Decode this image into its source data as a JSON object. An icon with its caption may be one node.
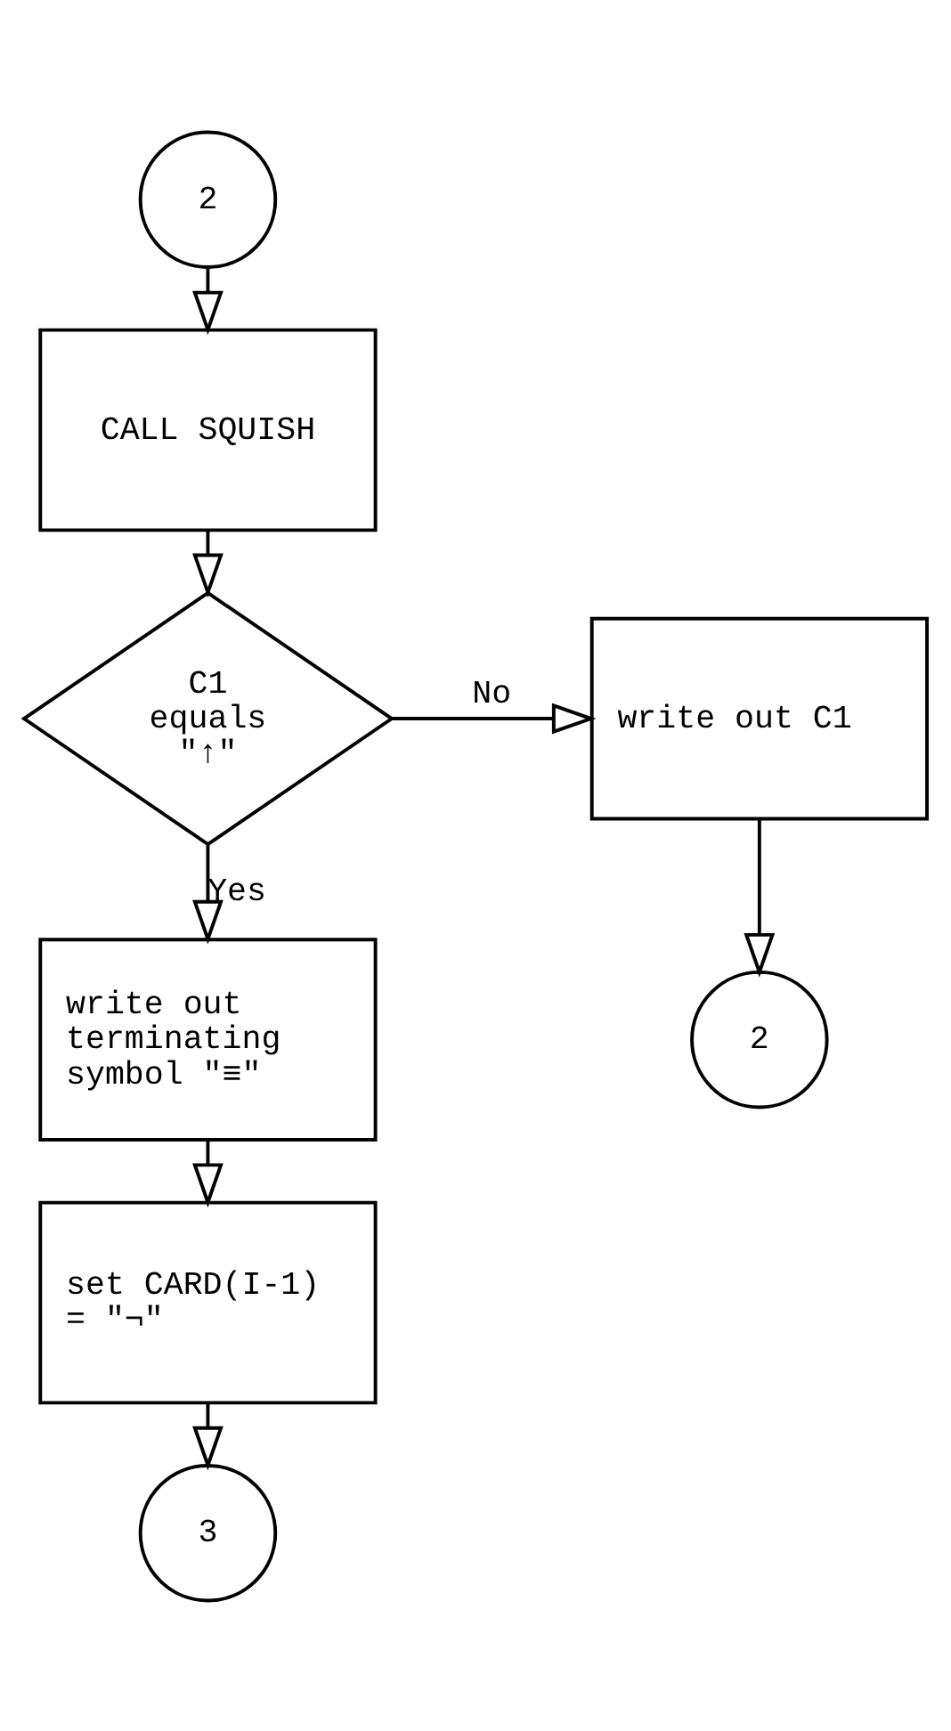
{
  "diagram": {
    "nodes": [
      {
        "text": [
          "2"
        ]
      },
      {
        "text": [
          "CALL SQUISH"
        ]
      },
      {
        "text": [
          "C1 equals \"↑\""
        ]
      },
      {
        "text": [
          "write out C1"
        ]
      },
      {
        "text": [
          "2"
        ]
      },
      {
        "text": [
          "write out terminating symbol \"≡\""
        ]
      },
      {
        "text": [
          "set CARD(I-1) = \"¬\""
        ]
      },
      {
        "text": [
          "3"
        ]
      }
    ],
    "edges": [
      {
        "from": 0,
        "to": 1,
        "arrow": "to"
      },
      {
        "from": 1,
        "to": 2,
        "arrow": "to"
      },
      {
        "from": 2,
        "to": 3,
        "arrow": "to",
        "label": "No"
      },
      {
        "from": 3,
        "to": 4,
        "arrow": "to"
      },
      {
        "from": 2,
        "to": 5,
        "arrow": "to",
        "label": "Yes"
      },
      {
        "from": 5,
        "to": 6,
        "arrow": "to"
      },
      {
        "from": 6,
        "to": 7,
        "arrow": "to"
      }
    ]
  }
}
